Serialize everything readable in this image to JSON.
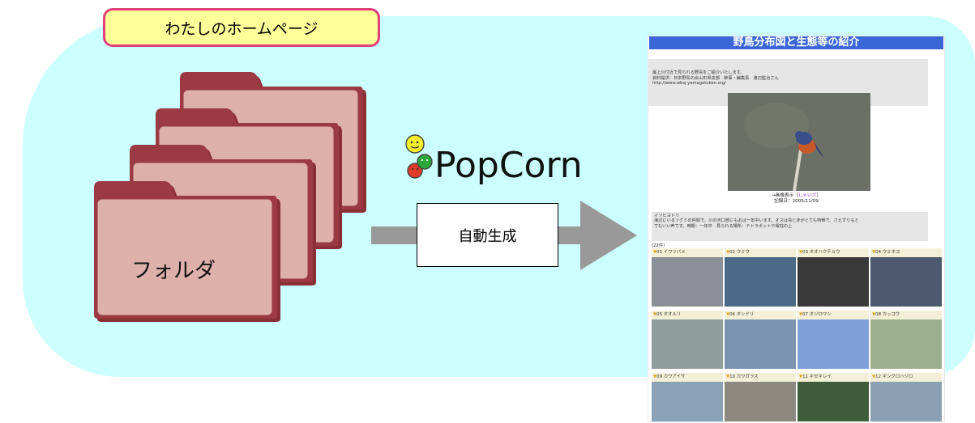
{
  "title": "わたしのホームページ",
  "folder_label": "フォルダ",
  "logo_text": "PopCorn",
  "action_label": "自動生成",
  "page": {
    "header": "野鳥分布図と生態等の紹介",
    "intro_lines": [
      "最上川付近で見られる野鳥をご紹介いたします。",
      "資料提供：日本野鳥の会山形県支部　幹事・編集長　渡辺監治さん",
      "http://www.wbsj-yamagatuken.org/"
    ],
    "caption_prefix": "→画像表示［",
    "caption_link": "しゃいズ",
    "caption_suffix": "］",
    "caption_date": "記録日：2005/11/09",
    "note_title": "イソヒヨドリ",
    "note_lines": [
      "海辺にいるツグミの仲間で、川の河口部にもおはー年中います。オスは青と赤がとても特徴で、さえずりもと",
      "てもいい声です。時期：一年中　見られる場所：テトラポットや電柱の上"
    ],
    "count": "(22件)",
    "birds": [
      {
        "label": "01 イワツバメ",
        "color": "#8a8f98"
      },
      {
        "label": "02 ウミウ",
        "color": "#4a6a88"
      },
      {
        "label": "03 オオハクチョウ",
        "color": "#3a3a3a"
      },
      {
        "label": "04 ウミネコ",
        "color": "#4d5a6e"
      },
      {
        "label": "05 オオルリ",
        "color": "#8f9e9a"
      },
      {
        "label": "06 オシドリ",
        "color": "#7b94b0"
      },
      {
        "label": "07 オジロワシ",
        "color": "#7f9fd6"
      },
      {
        "label": "08 カッコウ",
        "color": "#9db08e"
      },
      {
        "label": "09 カワアイサ",
        "color": "#8aa2b8"
      },
      {
        "label": "10 カワガラス",
        "color": "#8c8a80"
      },
      {
        "label": "11 キセキレイ",
        "color": "#3f5c3a"
      },
      {
        "label": "12 キンクロハジロ",
        "color": "#8aa0b4"
      }
    ]
  }
}
